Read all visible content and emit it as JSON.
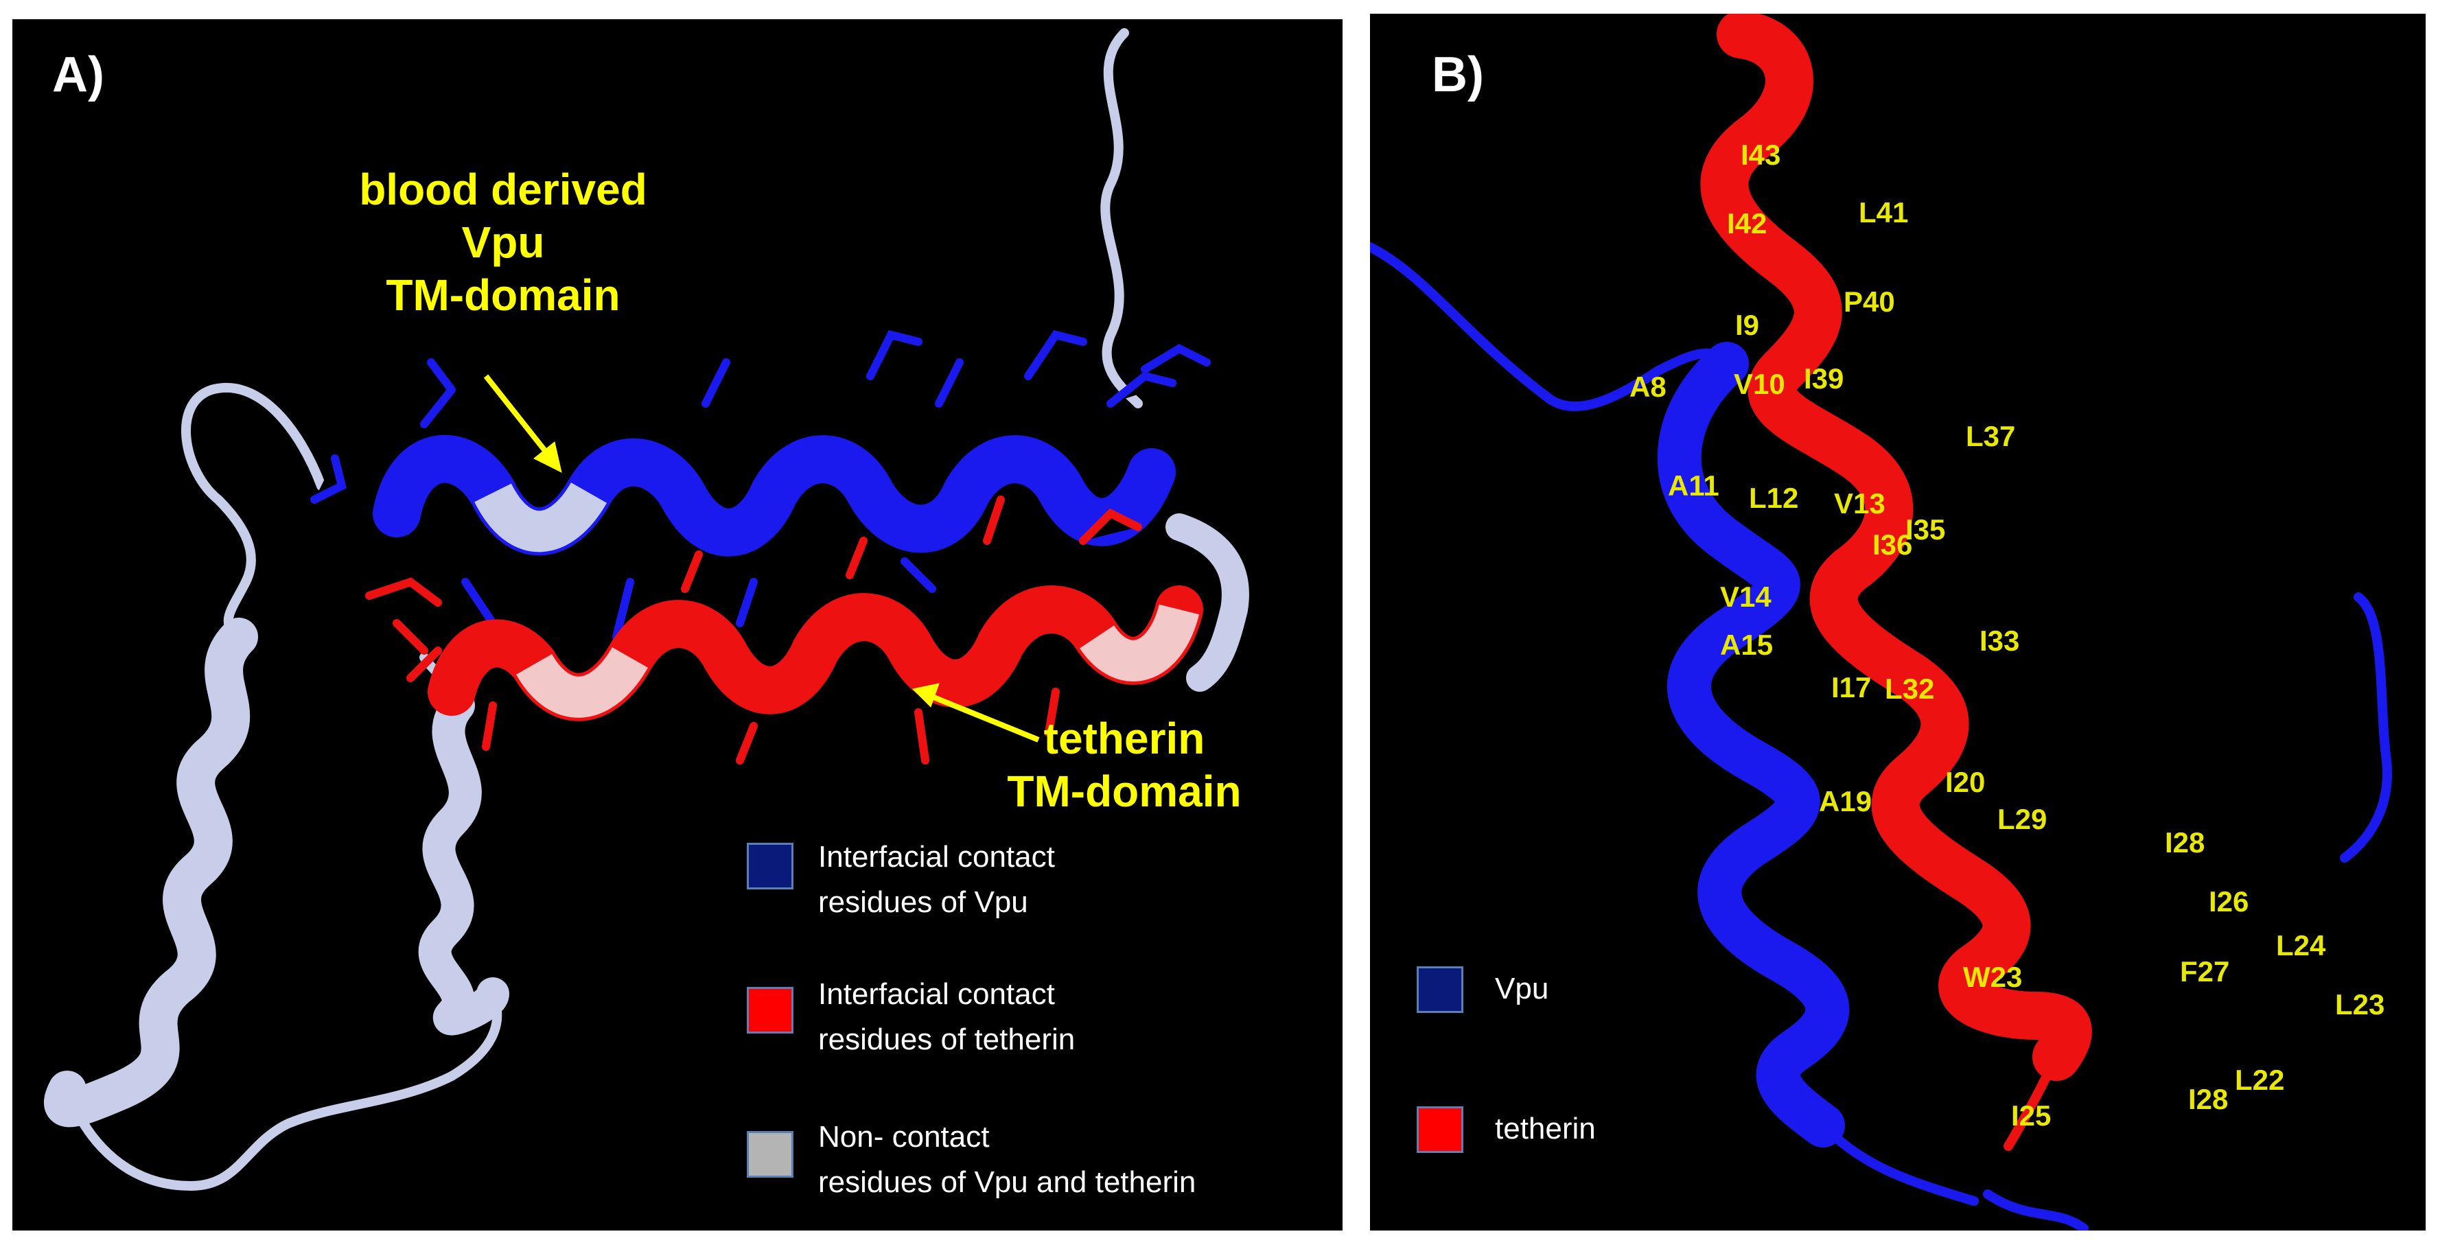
{
  "panel_a": {
    "label": "A)",
    "vpu_label": "blood derived\nVpu\nTM-domain",
    "tetherin_label": "tetherin\nTM-domain",
    "legend": [
      {
        "text": "Interfacial contact\nresidues of Vpu",
        "color": "#0a1a7a"
      },
      {
        "text": "Interfacial contact\nresidues of tetherin",
        "color": "#ff0000"
      },
      {
        "text": "Non- contact\n residues of Vpu and tetherin",
        "color": "#b4b4b4"
      }
    ]
  },
  "panel_b": {
    "label": "B)",
    "legend": [
      {
        "text": "Vpu",
        "color": "#0a1a7a"
      },
      {
        "text": "tetherin",
        "color": "#ff0000"
      }
    ],
    "residues": [
      "I43",
      "I42",
      "L41",
      "P40",
      "I9",
      "A8",
      "V10",
      "I39",
      "L37",
      "A11",
      "L12",
      "V13",
      "I36",
      "I35",
      "V14",
      "A15",
      "I33",
      "I17",
      "L32",
      "I20",
      "A19",
      "L29",
      "I28",
      "I26",
      "L24",
      "F27",
      "L23",
      "W23",
      "L22",
      "I25",
      "I28"
    ]
  },
  "colors": {
    "vpu": "#1a1aee",
    "tetherin": "#ee1111",
    "noncontact": "#c8cdea",
    "label_yellow": "#ffff00"
  }
}
